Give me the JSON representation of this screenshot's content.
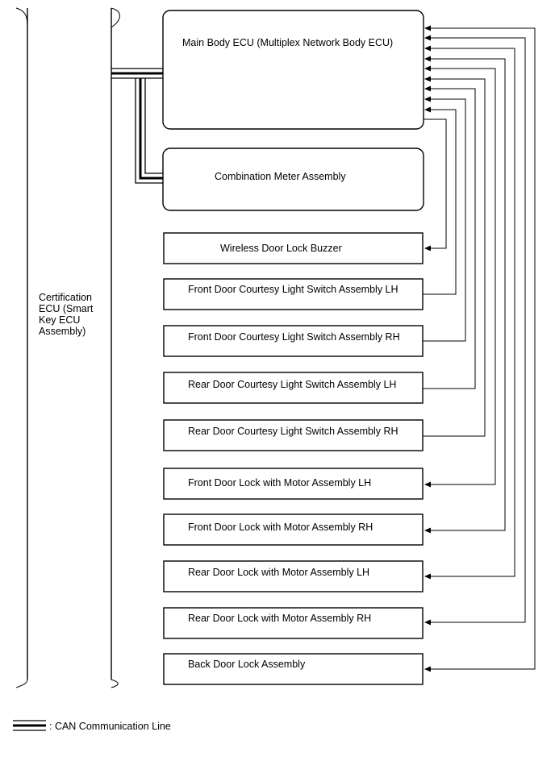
{
  "certification_ecu": {
    "label_lines": [
      "Certification",
      "ECU (Smart",
      "Key ECU",
      "Assembly)"
    ]
  },
  "main_body_ecu": {
    "label": "Main Body ECU (Multiplex Network Body ECU)"
  },
  "combination_meter": {
    "label": "Combination Meter Assembly"
  },
  "components": [
    {
      "label": "Wireless Door Lock Buzzer",
      "direction": "output"
    },
    {
      "label": "Front Door Courtesy Light Switch Assembly LH",
      "direction": "input"
    },
    {
      "label": "Front Door Courtesy Light Switch Assembly RH",
      "direction": "input"
    },
    {
      "label": "Rear Door Courtesy Light Switch Assembly LH",
      "direction": "input"
    },
    {
      "label": "Rear Door Courtesy Light Switch Assembly RH",
      "direction": "input"
    },
    {
      "label": "Front Door Lock with Motor Assembly LH",
      "direction": "bidirectional"
    },
    {
      "label": "Front Door Lock with Motor Assembly RH",
      "direction": "bidirectional"
    },
    {
      "label": "Rear Door Lock with Motor Assembly LH",
      "direction": "bidirectional"
    },
    {
      "label": "Rear Door Lock with Motor Assembly RH",
      "direction": "bidirectional"
    },
    {
      "label": "Back Door Lock Assembly",
      "direction": "bidirectional"
    }
  ],
  "legend": {
    "label": ": CAN Communication Line"
  }
}
